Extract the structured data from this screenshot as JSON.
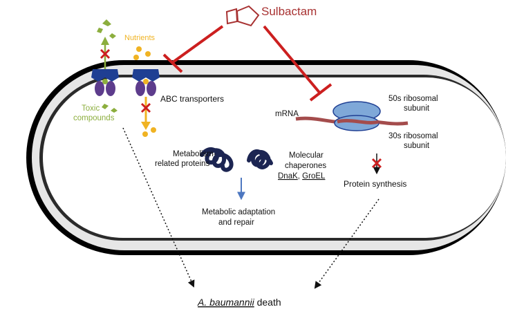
{
  "drug": {
    "name": "Sulbactam"
  },
  "labels": {
    "nutrients": "Nutrients",
    "abc": "ABC transporters",
    "toxic_1": "Toxic",
    "toxic_2": "compounds",
    "mrna": "mRNA",
    "r50_1": "50s ribosomal",
    "r50_2": "subunit",
    "r30_1": "30s ribosomal",
    "r30_2": "subunit",
    "metab_1": "Metabolism-",
    "metab_2": "related proteins",
    "chap_1": "Molecular",
    "chap_2": "chaperones",
    "chap_dnak": "DnaK",
    "chap_sep": ", ",
    "chap_groel": "GroEL",
    "adapt_1": "Metabolic adaptation",
    "adapt_2": "and repair",
    "protein": "Protein synthesis",
    "death_species": "A. baumannii",
    "death_word": " death"
  },
  "colors": {
    "inhibit": "#cc1f1f",
    "drug": "#a83232",
    "nutrient": "#f0b323",
    "toxic": "#8cae3e",
    "transporter_blue": "#1f3f93",
    "transporter_purple": "#5d3c8c",
    "chaperone": "#1c2552",
    "ribosome": "#7fa8d8",
    "mrna": "#a44c4c",
    "adapt_arrow": "#4d77c0"
  }
}
